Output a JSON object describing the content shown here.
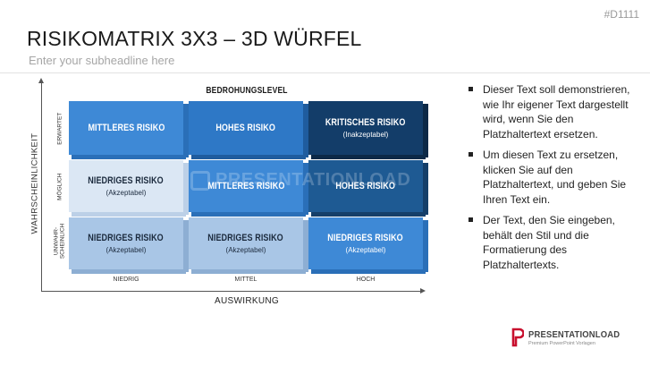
{
  "slide_id": "#D1111",
  "title": "RISIKOMATRIX 3X3 – 3D WÜRFEL",
  "subtitle": "Enter your subheadline here",
  "matrix": {
    "column_header": "BEDROHUNGSLEVEL",
    "y_axis_title": "WAHRSCHEINLICHKEIT",
    "x_axis_title": "AUSWIRKUNG",
    "row_labels": [
      "ERWARTET",
      "MÖGLICH",
      "UNWAHR-\nSCHEINLICH"
    ],
    "col_labels": [
      "NIEDRIG",
      "MITTEL",
      "HOCH"
    ],
    "cells": {
      "r0c0": {
        "title": "MITTLERES RISIKO",
        "sub": ""
      },
      "r0c1": {
        "title": "HOHES RISIKO",
        "sub": ""
      },
      "r0c2": {
        "title": "KRITISCHES RISIKO",
        "sub": "(Inakzeptabel)"
      },
      "r1c0": {
        "title": "NIEDRIGES RISIKO",
        "sub": "(Akzeptabel)"
      },
      "r1c1": {
        "title": "MITTLERES RISIKO",
        "sub": ""
      },
      "r1c2": {
        "title": "HOHES RISIKO",
        "sub": ""
      },
      "r2c0": {
        "title": "NIEDRIGES RISIKO",
        "sub": "(Akzeptabel)"
      },
      "r2c1": {
        "title": "NIEDRIGES RISIKO",
        "sub": "(Akzeptabel)"
      },
      "r2c2": {
        "title": "NIEDRIGES RISIKO",
        "sub": "(Akzeptabel)"
      }
    },
    "colors": {
      "pale": "#dbe7f4",
      "light": "#a9c6e6",
      "mid": "#3e89d6",
      "blue": "#2e78c6",
      "dark": "#1e5a93",
      "darkest": "#133d69"
    }
  },
  "watermark": "PRESENTATIONLOAD",
  "bullets": [
    "Dieser Text soll demonstrieren, wie Ihr eigener Text dargestellt wird, wenn Sie den Platzhaltertext ersetzen.",
    "Um diesen Text zu ersetzen, klicken Sie auf den Platzhaltertext, und geben Sie Ihren Text ein.",
    "Der Text, den Sie eingeben, behält den Stil und die Formatierung des Platzhaltertexts."
  ],
  "logo": {
    "name": "PRESENTATIONLOAD",
    "tagline": "Premium PowerPoint Vorlagen",
    "color": "#c8102e"
  }
}
